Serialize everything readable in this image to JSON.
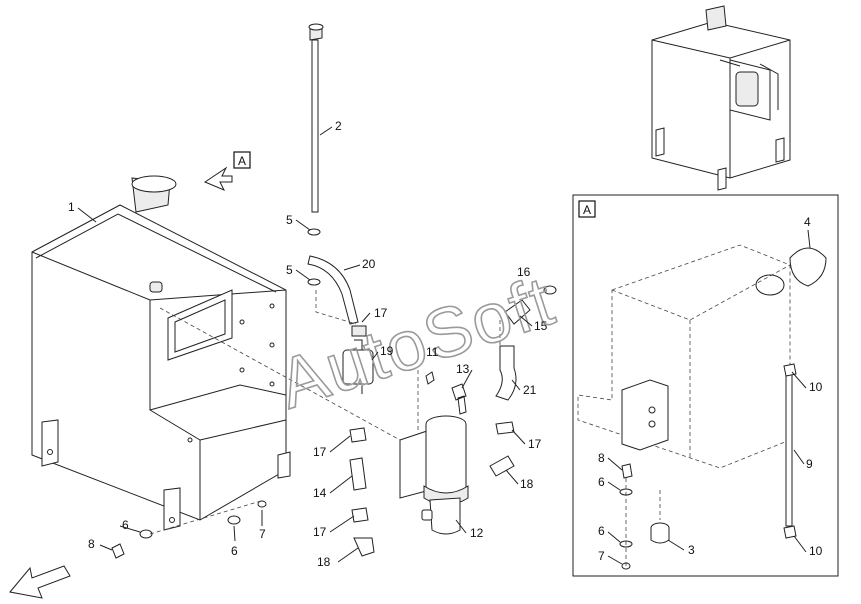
{
  "view_label": "A",
  "watermark": "AutoSoft",
  "callouts_main": [
    "1",
    "2",
    "5",
    "5",
    "20",
    "16",
    "17",
    "15",
    "19",
    "11",
    "13",
    "21",
    "17",
    "14",
    "17",
    "18",
    "12",
    "17",
    "18",
    "6",
    "6",
    "7",
    "8"
  ],
  "callouts_detail": [
    "4",
    "10",
    "9",
    "10",
    "8",
    "6",
    "6",
    "7",
    "3"
  ]
}
